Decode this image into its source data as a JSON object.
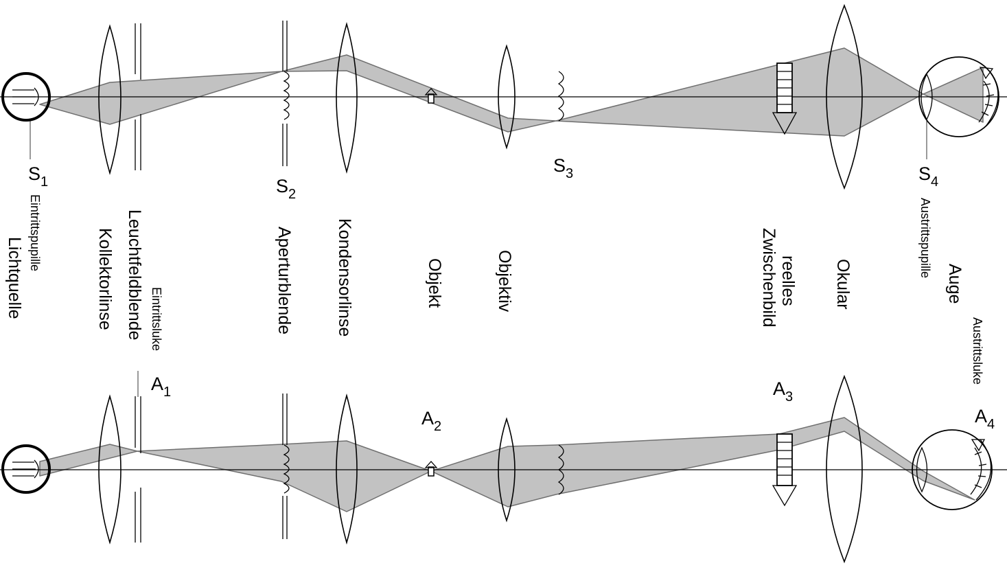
{
  "points": {
    "s1": {
      "letter": "S",
      "index": "1"
    },
    "s2": {
      "letter": "S",
      "index": "2"
    },
    "s3": {
      "letter": "S",
      "index": "3"
    },
    "s4": {
      "letter": "S",
      "index": "4"
    },
    "a1": {
      "letter": "A",
      "index": "1"
    },
    "a2": {
      "letter": "A",
      "index": "2"
    },
    "a3": {
      "letter": "A",
      "index": "3"
    },
    "a4": {
      "letter": "A",
      "index": "4"
    }
  },
  "components": {
    "lichtquelle": "Lichtquelle",
    "eintrittspupille": "Eintrittspupille",
    "kollektorlinse": "Kollektorlinse",
    "leuchtfeldblende": "Leuchtfeldblende",
    "eintrittsluke": "Eintrittsluke",
    "aperturblende": "Aperturblende",
    "kondensorlinse": "Kondensorlinse",
    "objekt": "Objekt",
    "objektiv": "Objektiv",
    "reelles": "reelles",
    "zwischenbild": "Zwischenbild",
    "okular": "Okular",
    "austrittspupille": "Austrittspupille",
    "auge": "Auge",
    "austrittsluke": "Austrittsluke"
  }
}
